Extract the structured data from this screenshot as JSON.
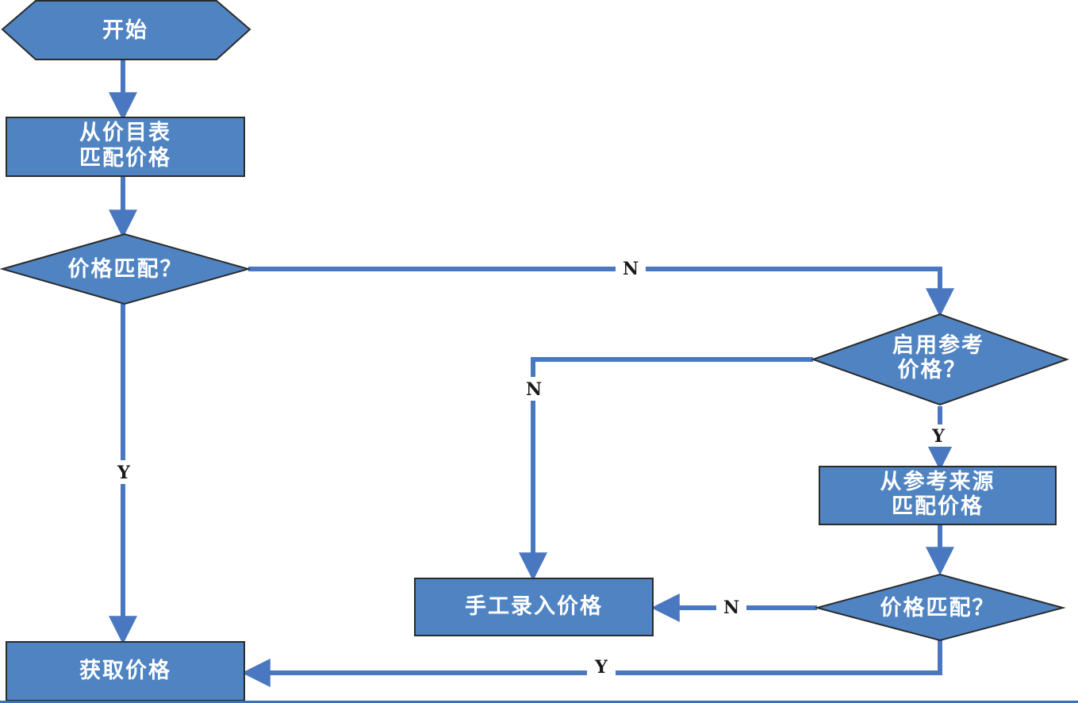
{
  "diagram": {
    "nodes": {
      "start": {
        "lines": [
          "开始"
        ]
      },
      "match_price_list": {
        "lines": [
          "从价目表",
          "匹配价格"
        ]
      },
      "decision_price_match_1": {
        "lines": [
          "价格匹配？"
        ]
      },
      "decision_enable_reference": {
        "lines": [
          "启用参考",
          "价格？"
        ]
      },
      "match_reference_source": {
        "lines": [
          "从参考来源",
          "匹配价格"
        ]
      },
      "decision_price_match_2": {
        "lines": [
          "价格匹配？"
        ]
      },
      "manual_entry": {
        "lines": [
          "手工录入价格"
        ]
      },
      "get_price": {
        "lines": [
          "获取价格"
        ]
      }
    },
    "edge_labels": {
      "match1_no": "N",
      "match1_yes": "Y",
      "reference_no": "N",
      "reference_yes": "Y",
      "match2_no": "N",
      "match2_yes": "Y"
    },
    "colors": {
      "node_fill": "#4f83c2",
      "node_border": "#2b2b2b",
      "connector": "#4a78c0",
      "node_text": "#ffffff"
    }
  }
}
